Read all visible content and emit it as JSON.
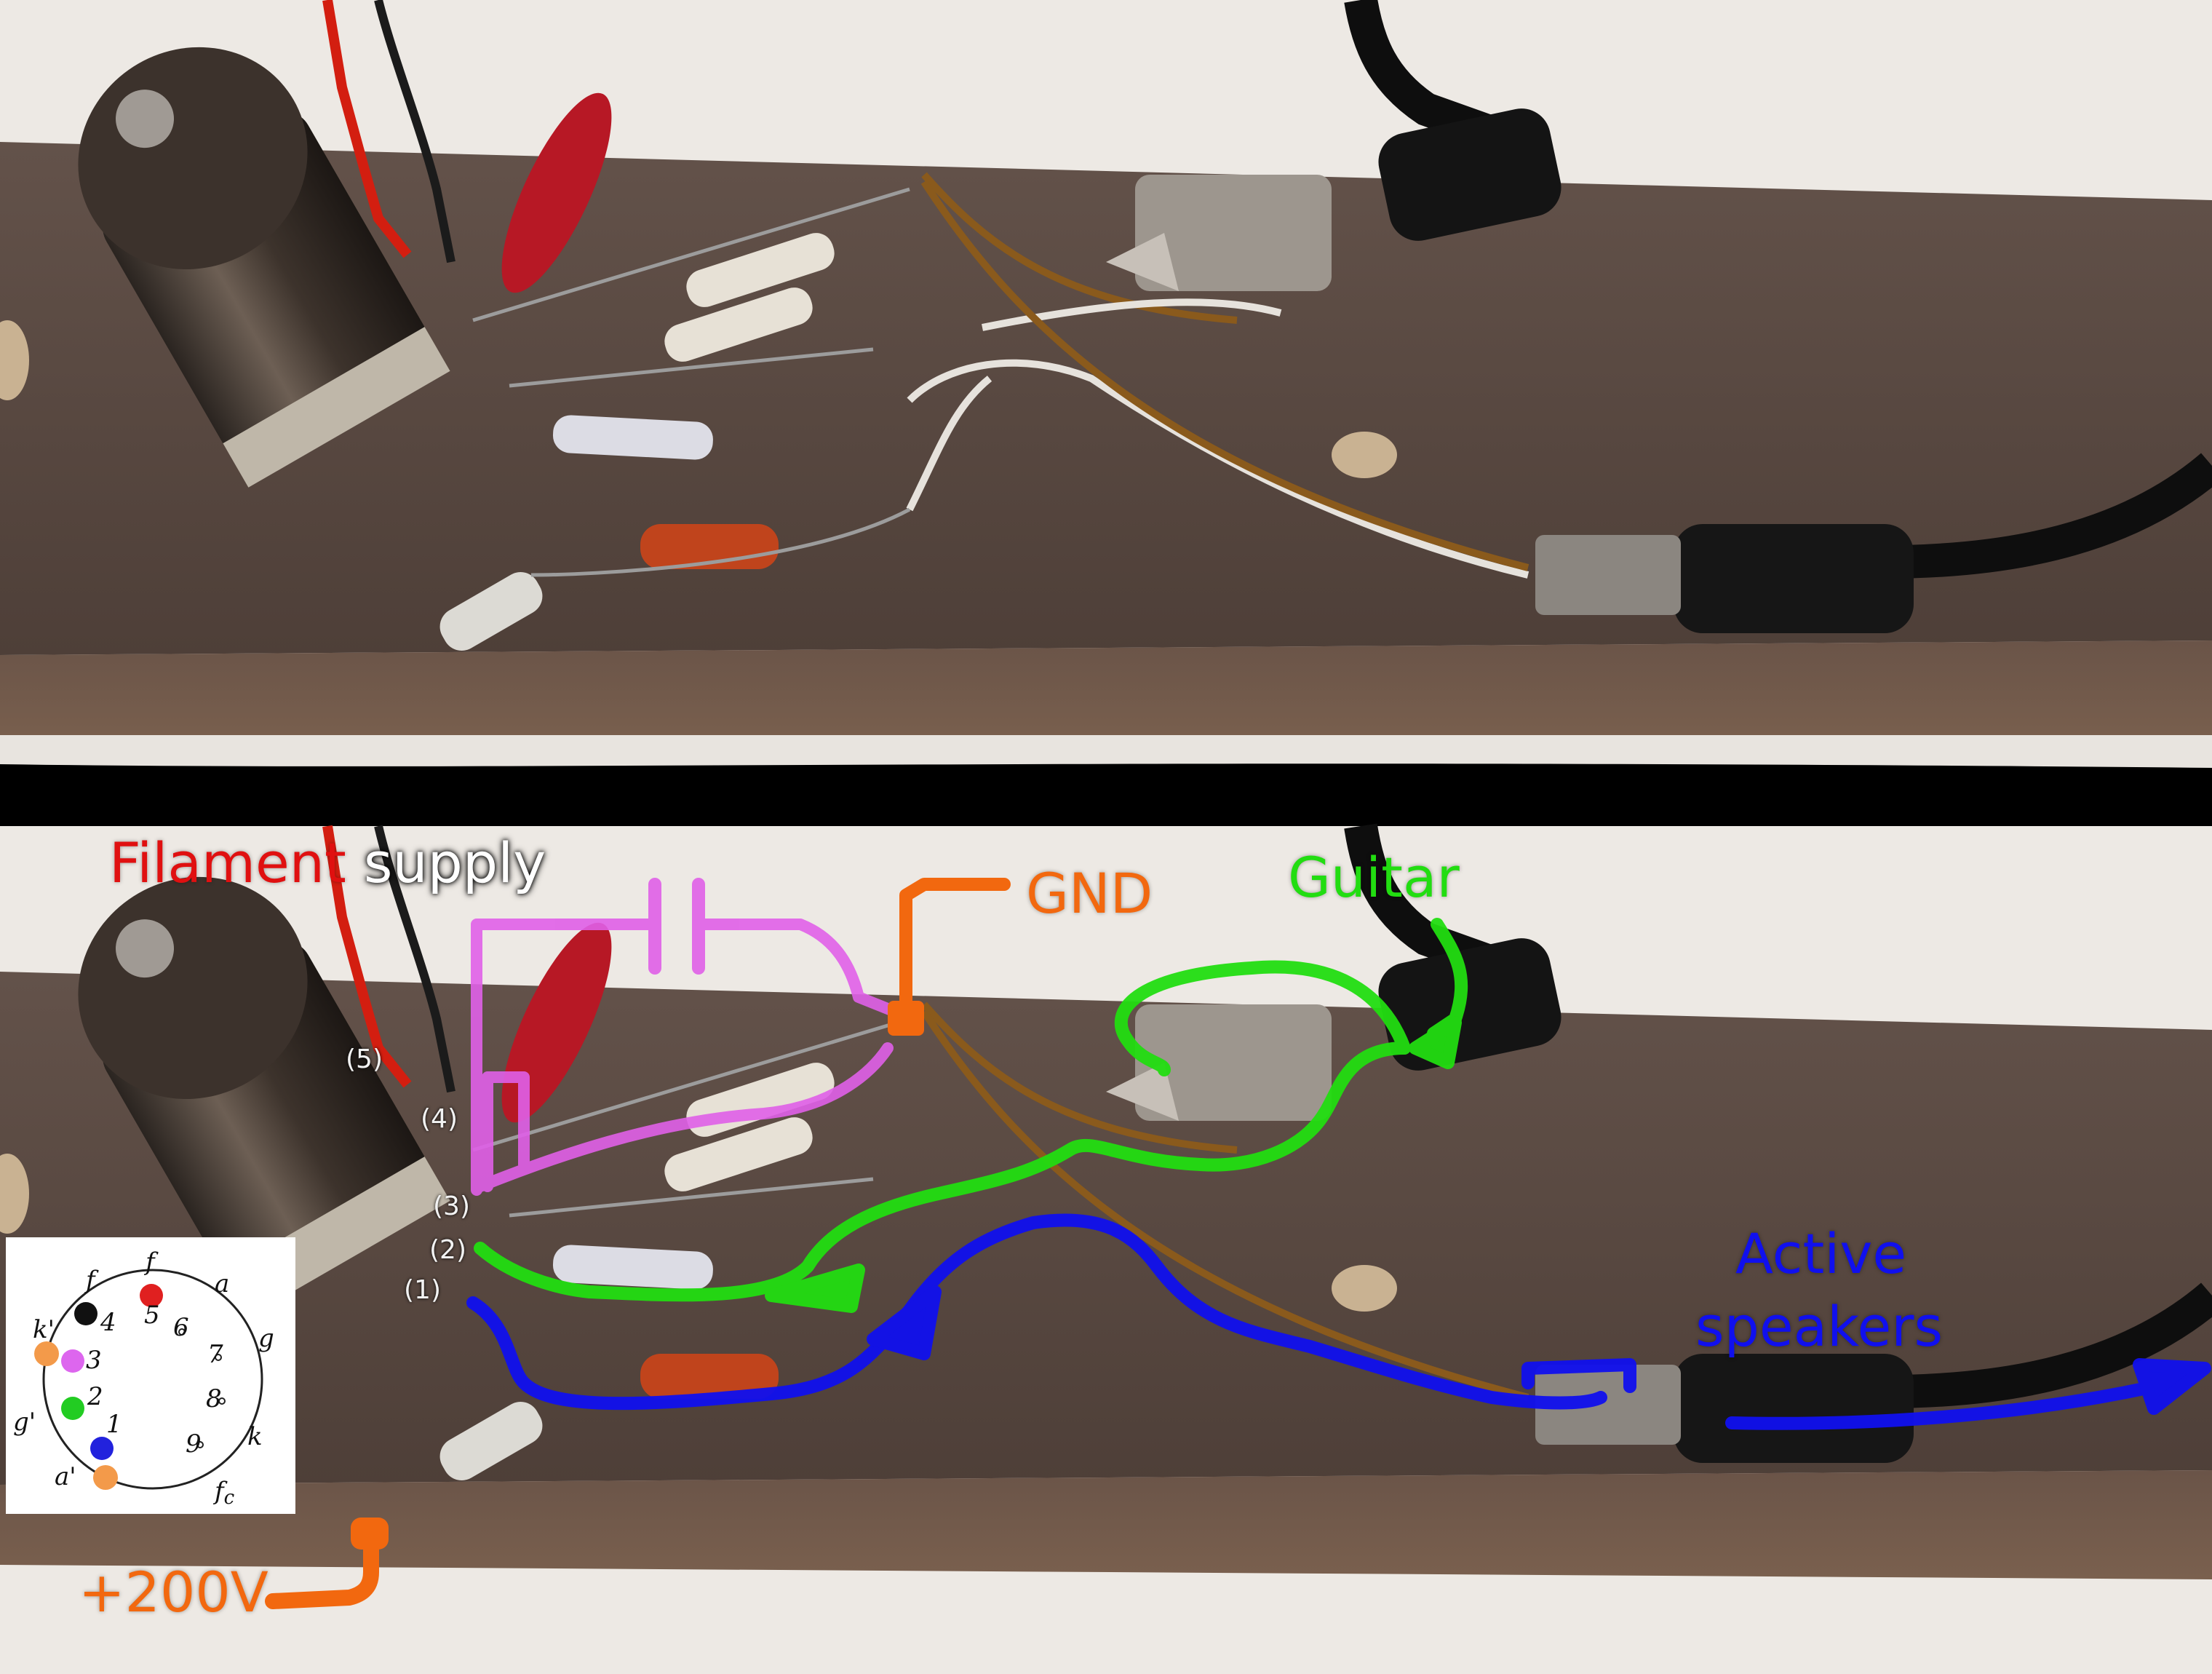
{
  "labels": {
    "filament_red": "Filament",
    "filament_white": "supply",
    "gnd": "GND",
    "guitar": "Guitar",
    "active_line1": "Active",
    "active_line2": "speakers",
    "plus200v": "+200V"
  },
  "pin_labels": [
    "(1)",
    "(2)",
    "(3)",
    "(4)",
    "(5)"
  ],
  "pinout_legend": {
    "f_left": "f",
    "f_top": "f",
    "a_top": "a",
    "g_right": "g",
    "k_prime": "k'",
    "g_prime": "g'",
    "a_prime": "a'",
    "k_right": "k",
    "fc": "f",
    "fc_sub": "c",
    "n1": "1",
    "n2": "2",
    "n3": "3",
    "n4": "4",
    "n5": "5",
    "n6": "6",
    "n7": "7",
    "n8": "8",
    "n9": "9"
  },
  "colors": {
    "filament": "#e01010",
    "ground_and_hv": "#f2680f",
    "guitar_path": "#22dd11",
    "speaker_path": "#1010ee",
    "cathode_path": "#e060e8",
    "board": "#5a4a42",
    "background": "#ffffff"
  }
}
